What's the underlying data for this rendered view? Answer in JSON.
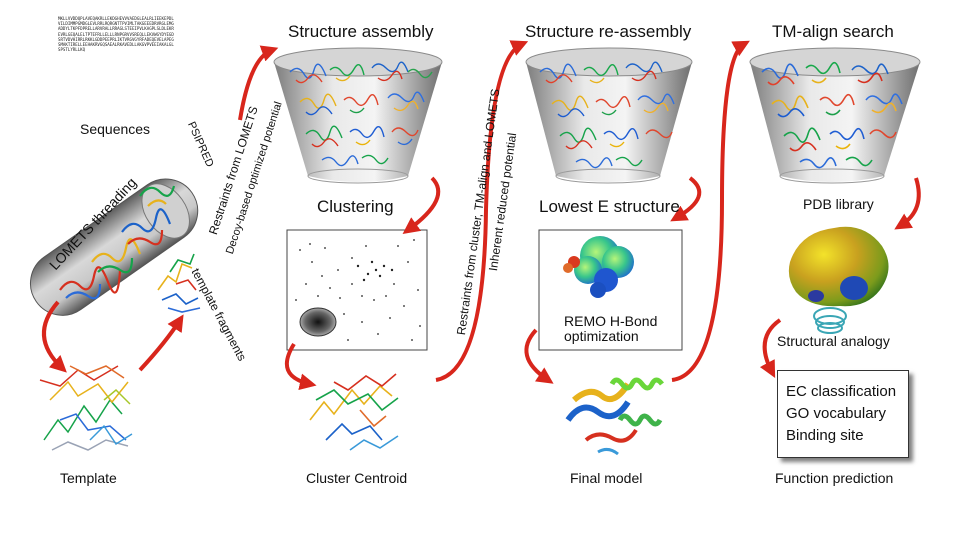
{
  "titles": {
    "structure_assembly": "Structure assembly",
    "structure_reassembly": "Structure re-assembly",
    "tm_align_search": "TM-align search"
  },
  "labels": {
    "sequences": "Sequences",
    "lomets_threading": "LOMETS threading",
    "template": "Template",
    "template_fragments": "template fragments",
    "clustering": "Clustering",
    "cluster_centroid": "Cluster Centroid",
    "lowest_e_structure": "Lowest E structure",
    "remo_line1": "REMO H-Bond",
    "remo_line2": "optimization",
    "final_model": "Final model",
    "pdb_library": "PDB library",
    "structural_analogy": "Structural analogy",
    "function_prediction": "Function prediction"
  },
  "arrow_labels": {
    "psipred": "PSIPRED",
    "restraints_lomets": "Restraints from LOMETS",
    "decoy_potential": "Decoy-based optimized potential",
    "restraints_cluster": "Restraints from cluster, TM-align and LOMETS",
    "inherent_potential": "Inherent reduced potential"
  },
  "function_box": [
    "EC classification",
    "GO vocabulary",
    "Binding site"
  ],
  "sequence_text": "MKLLVVDDQPLAVEQAKRLLEKDGHEVVVAEDGLEALRLIEEKEPDLVILDIMMPGMDGLEVLRRLRQRGNTTPVIMLTAKGEEEDRVRGLEMGADDYLTKPFDPRELLARVRALLRRAGLSTEEIPVLKAGPLSLDLEKREVRLGEQALELTPTEFRLLELLLRNPGRVVSREQLLEKVWGYDYEGDSRTVDVHIRRLRKKLGDDPEEPRLIKTVRGVGYRFADEQEVELAPEGSMAKTIRELLEEHAKRVGQSAEALRKAVEDLLAKGVPVEEIAKALGLSPSTLYRLLKQ"
}
